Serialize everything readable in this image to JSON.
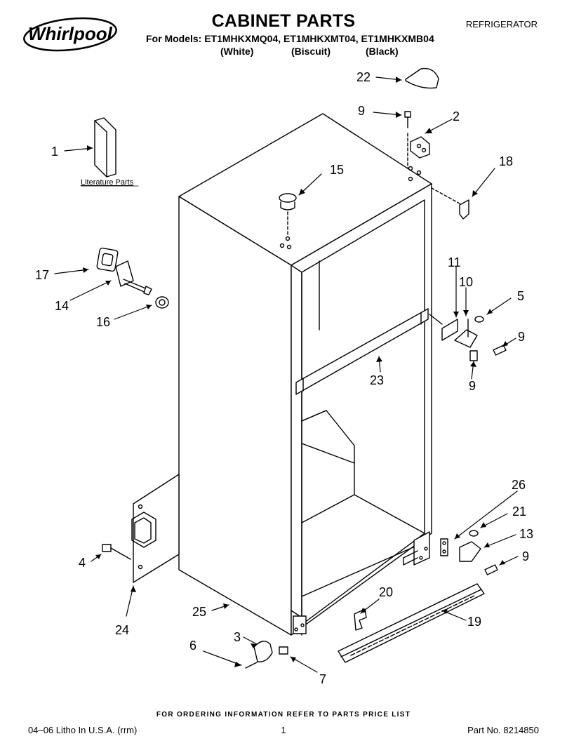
{
  "header": {
    "brand": "Whirlpool",
    "title": "CABINET PARTS",
    "models_line": "For Models: ET1MHKXMQ04, ET1MHKXMT04, ET1MHKXMB04",
    "colors": [
      "(White)",
      "(Biscuit)",
      "(Black)"
    ],
    "product": "REFRIGERATOR"
  },
  "diagram": {
    "literature_label": "Literature Parts",
    "callouts": [
      "1",
      "2",
      "3",
      "4",
      "5",
      "6",
      "7",
      "9",
      "9",
      "9",
      "9",
      "10",
      "11",
      "13",
      "14",
      "15",
      "16",
      "17",
      "18",
      "19",
      "20",
      "21",
      "22",
      "23",
      "24",
      "25",
      "26"
    ]
  },
  "footer": {
    "note": "FOR ORDERING INFORMATION REFER TO PARTS PRICE LIST",
    "litho": "04–06 Litho In U.S.A. (rrm)",
    "page": "1",
    "part_no": "Part No. 8214850"
  }
}
